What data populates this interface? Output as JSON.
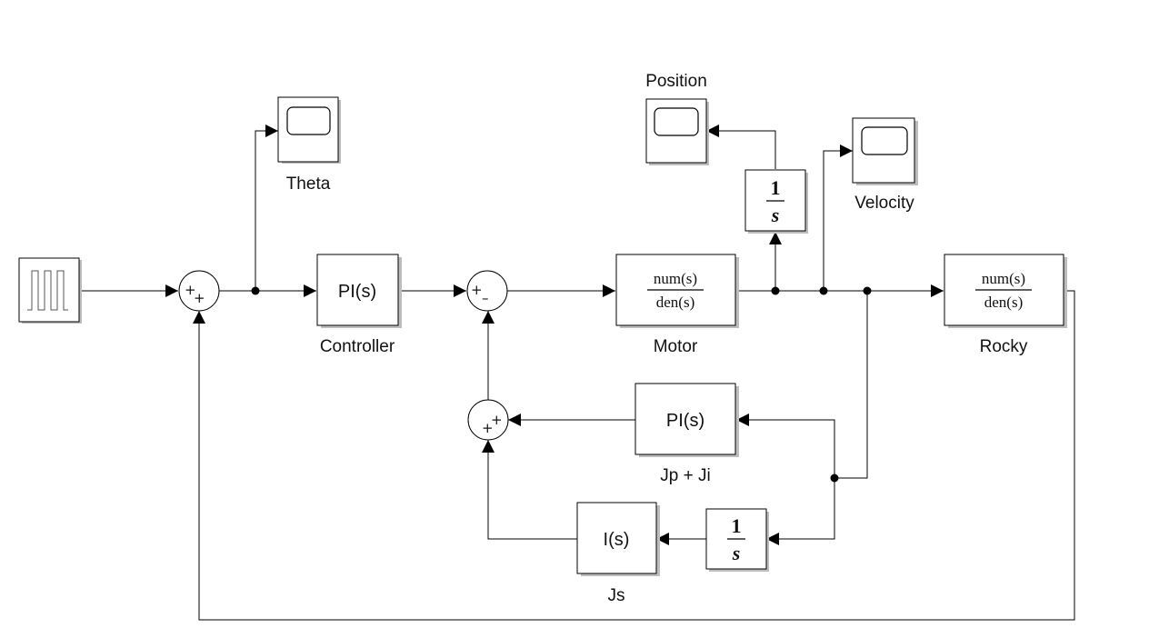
{
  "blocks": {
    "theta_scope": {
      "label": "Theta"
    },
    "position_scope": {
      "label": "Position"
    },
    "velocity_scope": {
      "label": "Velocity"
    },
    "controller": {
      "text": "PI(s)",
      "label": "Controller"
    },
    "motor": {
      "numerator": "num(s)",
      "denominator": "den(s)",
      "label": "Motor"
    },
    "rocky": {
      "numerator": "num(s)",
      "denominator": "den(s)",
      "label": "Rocky"
    },
    "jp_ji": {
      "text": "PI(s)",
      "label": "Jp + Ji"
    },
    "js": {
      "text": "I(s)",
      "label": "Js"
    },
    "integrator_position": {
      "numerator": "1",
      "denominator": "s"
    },
    "integrator_js": {
      "numerator": "1",
      "denominator": "s"
    }
  },
  "sums": {
    "sum1": {
      "signs": [
        "+",
        "+"
      ]
    },
    "sum2": {
      "signs": [
        "+",
        "–"
      ]
    },
    "sum3": {
      "signs": [
        "+",
        "+"
      ]
    }
  }
}
